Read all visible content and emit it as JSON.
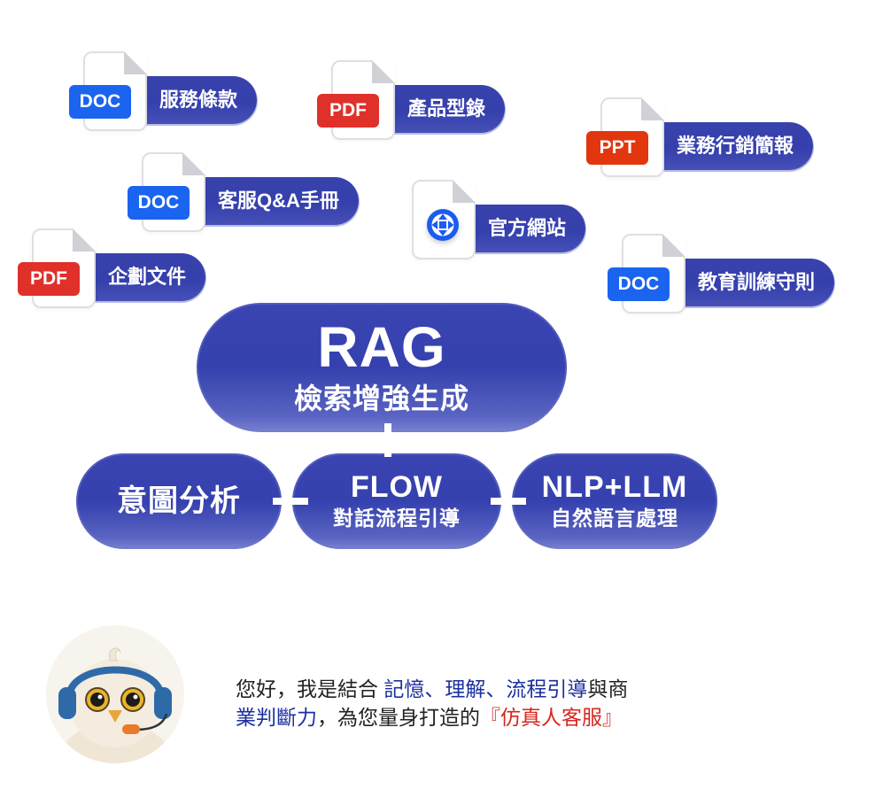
{
  "sources": [
    {
      "id": "terms",
      "type": "DOC",
      "label": "服務條款"
    },
    {
      "id": "catalog",
      "type": "PDF",
      "label": "產品型錄"
    },
    {
      "id": "sales-deck",
      "type": "PPT",
      "label": "業務行銷簡報"
    },
    {
      "id": "cs-faq",
      "type": "DOC",
      "label": "客服Q&A手冊"
    },
    {
      "id": "website",
      "type": "globe-icon",
      "label": "官方網站"
    },
    {
      "id": "planning",
      "type": "PDF",
      "label": "企劃文件"
    },
    {
      "id": "training",
      "type": "DOC",
      "label": "教育訓練守則"
    }
  ],
  "rag": {
    "title": "RAG",
    "subtitle": "檢索增強生成"
  },
  "modules": [
    {
      "title": "意圖分析"
    },
    {
      "title": "FLOW",
      "subtitle": "對話流程引導"
    },
    {
      "title": "NLP+LLM",
      "subtitle": "自然語言處理"
    }
  ],
  "assistant": {
    "avatar": "owl-with-headset",
    "message_parts": [
      {
        "text": "您好，我是結合 ",
        "style": "normal"
      },
      {
        "text": "記憶、理解、流程引導",
        "style": "blue"
      },
      {
        "text": "與商",
        "style": "normal"
      },
      {
        "text": "業判斷力",
        "style": "blue"
      },
      {
        "text": "，為您量身打造的",
        "style": "normal"
      },
      {
        "text": "『仿真人客服』",
        "style": "red"
      }
    ]
  },
  "colors": {
    "node_blue": "#3541ae",
    "doc_badge": "#1a64f0",
    "pdf_badge": "#e0302a",
    "ppt_badge": "#e2360f",
    "highlight_blue": "#1c2fa0",
    "highlight_red": "#d7261e"
  }
}
